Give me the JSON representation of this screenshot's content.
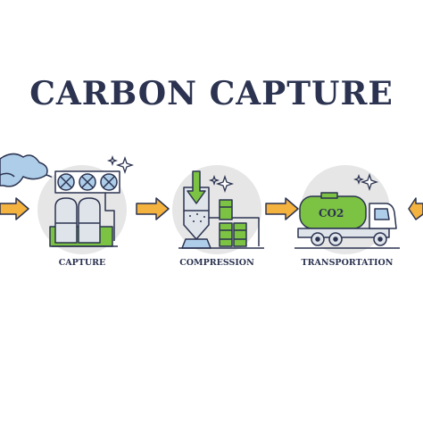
{
  "title": "CARBON CAPTURE",
  "steps": [
    {
      "label": "CAPTURE",
      "icon": "capture-plant-icon"
    },
    {
      "label": "COMPRESSION",
      "icon": "compression-plant-icon"
    },
    {
      "label": "TRANSPORTATION",
      "icon": "co2-truck-icon"
    }
  ],
  "truck_tank_label": "CO2",
  "colors": {
    "title": "#2b3350",
    "arrow": "#f4b23e",
    "green": "#7cc243",
    "blue": "#aecde8",
    "circle": "#e6e6e6",
    "outline": "#2b3350"
  }
}
